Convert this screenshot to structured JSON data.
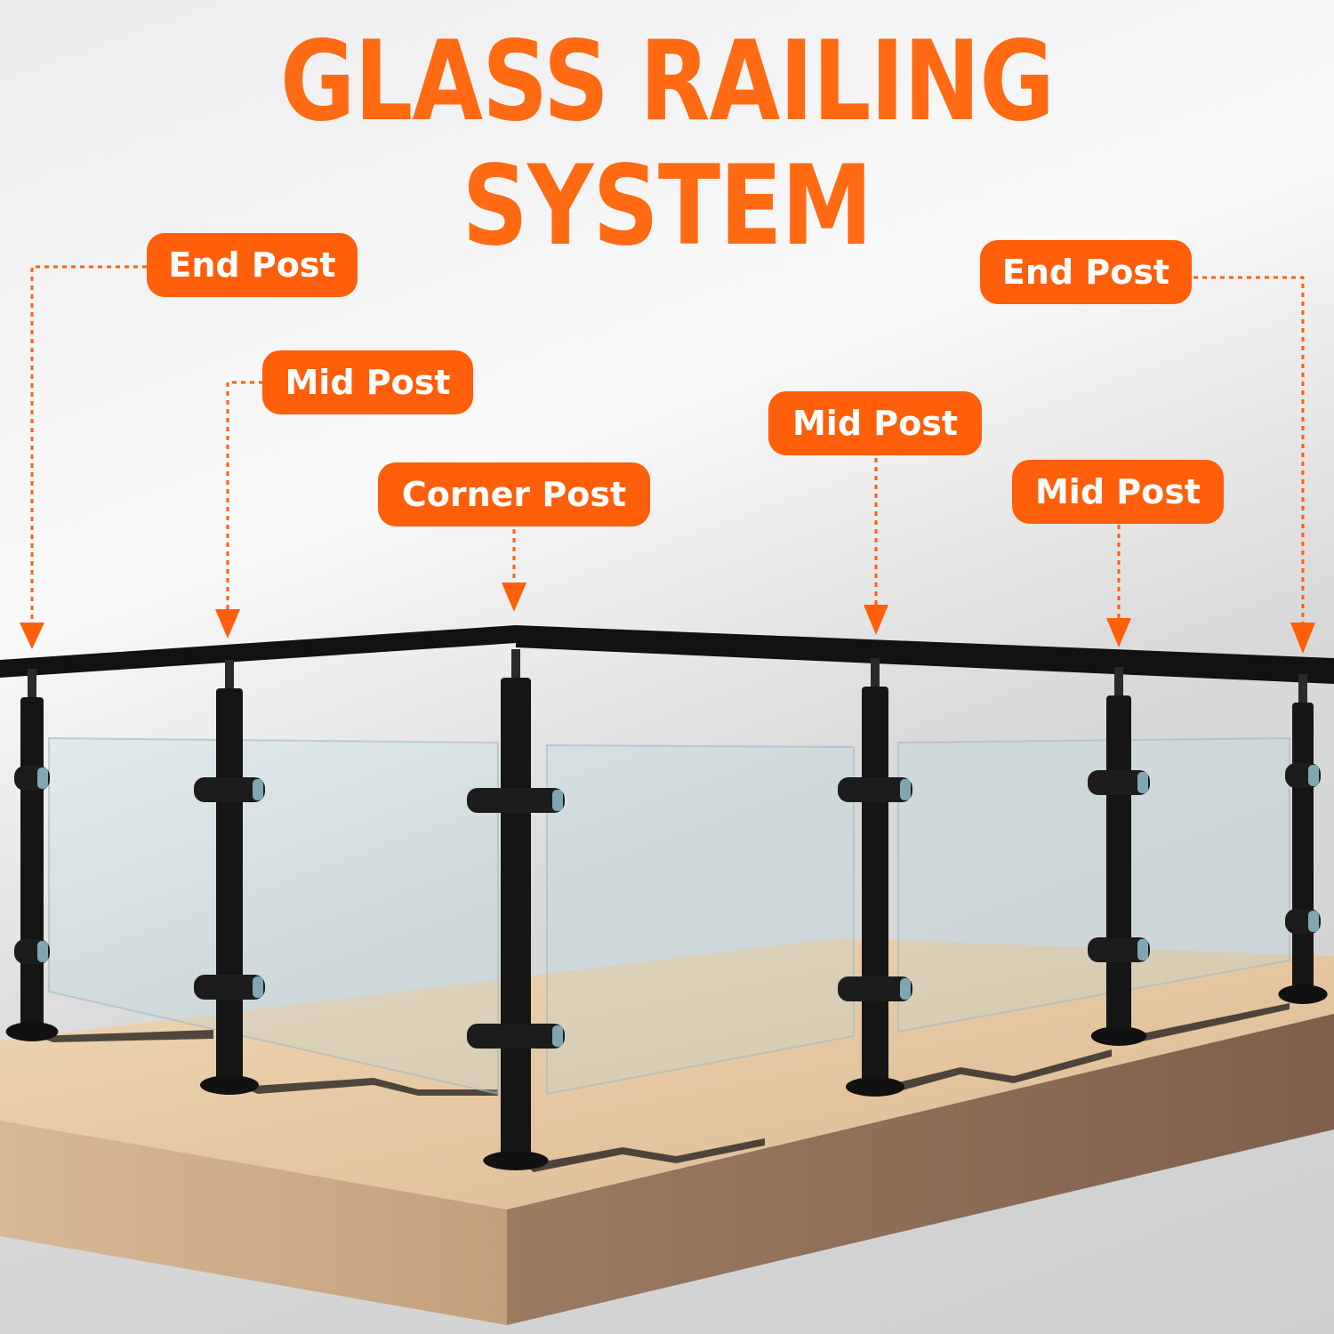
{
  "title": "GLASS RAILING SYSTEM",
  "labels": [
    {
      "text": "End Post"
    },
    {
      "text": "Mid Post"
    },
    {
      "text": "Corner Post"
    },
    {
      "text": "Mid Post"
    },
    {
      "text": "Mid Post"
    },
    {
      "text": "End Post"
    }
  ],
  "colors": {
    "accent": "#ff5f0a",
    "title": "#ff6a13",
    "post": "#111111",
    "deck_top": "#e6c9a3",
    "deck_edge": "#8a6a55"
  }
}
